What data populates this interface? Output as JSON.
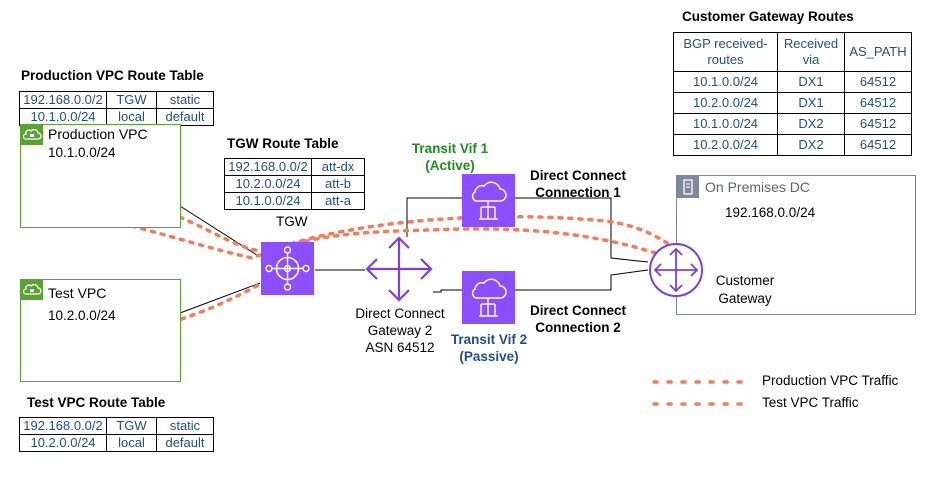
{
  "production_vpc": {
    "route_table_title": "Production VPC Route Table",
    "routes": [
      [
        "192.168.0.0/2",
        "TGW",
        "static"
      ],
      [
        "10.1.0.0/24",
        "local",
        "default"
      ]
    ],
    "name": "Production VPC",
    "cidr": "10.1.0.0/24"
  },
  "test_vpc": {
    "route_table_title": "Test VPC Route Table",
    "routes": [
      [
        "192.168.0.0/2",
        "TGW",
        "static"
      ],
      [
        "10.2.0.0/24",
        "local",
        "default"
      ]
    ],
    "name": "Test VPC",
    "cidr": "10.2.0.0/24"
  },
  "tgw": {
    "route_table_title": "TGW Route Table",
    "routes": [
      [
        "192.168.0.0/2",
        "att-dx"
      ],
      [
        "10.2.0.0/24",
        "att-b"
      ],
      [
        "10.1.0.0/24",
        "att-a"
      ]
    ],
    "label": "TGW"
  },
  "dx_gateway": {
    "line1": "Direct Connect",
    "line2": "Gateway 2",
    "line3": "ASN 64512"
  },
  "transit_vif_1": {
    "line1": "Transit Vif 1",
    "line2": "(Active)"
  },
  "transit_vif_2": {
    "line1": "Transit Vif 2",
    "line2": "(Passive)"
  },
  "dx_connection_1": {
    "line1": "Direct Connect",
    "line2": "Connection 1"
  },
  "dx_connection_2": {
    "line1": "Direct Connect",
    "line2": "Connection 2"
  },
  "on_premises": {
    "title": "On Premises DC",
    "cidr": "192.168.0.0/24",
    "router_line1": "Customer",
    "router_line2": "Gateway"
  },
  "customer_gateway_routes": {
    "title": "Customer Gateway Routes",
    "headers": [
      [
        "BGP received-",
        "routes"
      ],
      [
        "Received",
        "via"
      ],
      [
        "AS_PATH"
      ]
    ],
    "rows": [
      [
        "10.1.0.0/24",
        "DX1",
        "64512"
      ],
      [
        "10.2.0.0/24",
        "DX1",
        "64512"
      ],
      [
        "10.1.0.0/24",
        "DX2",
        "64512"
      ],
      [
        "10.2.0.0/24",
        "DX2",
        "64512"
      ]
    ]
  },
  "legend": [
    {
      "label": "Production VPC Traffic"
    },
    {
      "label": "Test VPC Traffic"
    }
  ],
  "colors": {
    "traffic": "#f47c5a",
    "vpc_green": "#5aa332",
    "tgw_purple": "#8c4fff",
    "route_text_blue": "#1f4e8c",
    "active_green": "#1e8e1e"
  },
  "icons": {
    "vpc": "cloud-lock-icon",
    "tgw": "transit-gateway-icon",
    "dx_gateway": "direct-connect-gateway-icon",
    "vif": "cloud-router-icon",
    "router": "router-icon",
    "datacenter": "server-icon"
  }
}
